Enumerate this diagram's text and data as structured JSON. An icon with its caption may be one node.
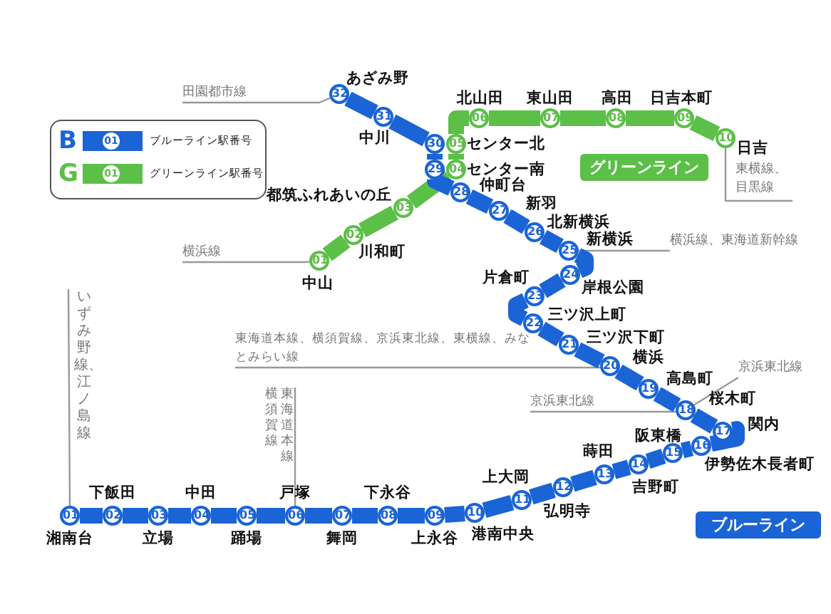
{
  "diagram": {
    "nodes": [
      {
        "text": [
          "32"
        ],
        "beside": [
          "あざみ野"
        ]
      },
      {
        "text": [
          "31"
        ],
        "beside": [
          "中川"
        ]
      },
      {
        "text": [
          "30"
        ]
      },
      {
        "text": [
          "29"
        ]
      },
      {
        "text": [
          "28"
        ],
        "beside": [
          "仲町台"
        ]
      },
      {
        "text": [
          "27"
        ],
        "beside": [
          "新羽"
        ]
      },
      {
        "text": [
          "26"
        ],
        "beside": [
          "北新横浜"
        ]
      },
      {
        "text": [
          "25"
        ],
        "beside": [
          "新横浜"
        ]
      },
      {
        "text": [
          "24"
        ],
        "beside": [
          "岸根公園"
        ]
      },
      {
        "text": [
          "23"
        ],
        "beside": [
          "片倉町"
        ]
      },
      {
        "text": [
          "22"
        ],
        "beside": [
          "三ツ沢上町"
        ]
      },
      {
        "text": [
          "21"
        ],
        "beside": [
          "三ツ沢下町"
        ]
      },
      {
        "text": [
          "20"
        ],
        "beside": [
          "横浜"
        ]
      },
      {
        "text": [
          "19"
        ],
        "beside": [
          "高島町"
        ]
      },
      {
        "text": [
          "18"
        ],
        "beside": [
          "桜木町"
        ]
      },
      {
        "text": [
          "17"
        ],
        "beside": [
          "関内"
        ]
      },
      {
        "text": [
          "16"
        ],
        "beside": [
          "伊勢佐木長者町"
        ]
      },
      {
        "text": [
          "15"
        ],
        "beside": [
          "阪東橋"
        ]
      },
      {
        "text": [
          "14"
        ],
        "beside": [
          "吉野町"
        ]
      },
      {
        "text": [
          "13"
        ],
        "beside": [
          "蒔田"
        ]
      },
      {
        "text": [
          "12"
        ],
        "beside": [
          "弘明寺"
        ]
      },
      {
        "text": [
          "11"
        ],
        "beside": [
          "上大岡"
        ]
      },
      {
        "text": [
          "10"
        ],
        "beside": [
          "港南中央"
        ]
      },
      {
        "text": [
          "09"
        ],
        "beside": [
          "上永谷"
        ]
      },
      {
        "text": [
          "08"
        ],
        "beside": [
          "下永谷"
        ]
      },
      {
        "text": [
          "07"
        ],
        "beside": [
          "舞岡"
        ]
      },
      {
        "text": [
          "06"
        ],
        "beside": [
          "戸塚"
        ]
      },
      {
        "text": [
          "05"
        ],
        "beside": [
          "踊場"
        ]
      },
      {
        "text": [
          "04"
        ],
        "beside": [
          "中田"
        ]
      },
      {
        "text": [
          "03"
        ],
        "beside": [
          "立場"
        ]
      },
      {
        "text": [
          "02"
        ],
        "beside": [
          "下飯田"
        ]
      },
      {
        "text": [
          "01"
        ],
        "beside": [
          "湘南台"
        ]
      },
      {
        "text": [
          "01"
        ],
        "beside": [
          "中山"
        ]
      },
      {
        "text": [
          "02"
        ],
        "beside": [
          "川和町"
        ]
      },
      {
        "text": [
          "03"
        ],
        "beside": [
          "都筑ふれあいの丘"
        ]
      },
      {
        "text": [
          "04"
        ],
        "beside": [
          "センター南"
        ]
      },
      {
        "text": [
          "05"
        ],
        "beside": [
          "センター北"
        ]
      },
      {
        "text": [
          "06"
        ],
        "beside": [
          "北山田"
        ]
      },
      {
        "text": [
          "07"
        ],
        "beside": [
          "東山田"
        ]
      },
      {
        "text": [
          "08"
        ],
        "beside": [
          "高田"
        ]
      },
      {
        "text": [
          "09"
        ],
        "beside": [
          "日吉本町"
        ]
      },
      {
        "text": [
          "10"
        ],
        "beside": [
          "日吉"
        ]
      },
      {
        "text": [
          "田園都市線"
        ]
      },
      {
        "text": [
          "横浜線"
        ]
      },
      {
        "text": [
          "東横線、目黒線"
        ]
      },
      {
        "text": [
          "横浜線、東海道新幹線"
        ]
      },
      {
        "text": [
          "東海道本線、横須賀線、京浜東北線、東横線、みなとみらい線"
        ]
      },
      {
        "text": [
          "京浜東北線"
        ]
      },
      {
        "text": [
          "京浜東北線"
        ]
      },
      {
        "text": [
          "横須賀線",
          "東海道本線"
        ]
      },
      {
        "text": [
          "いずみ野線、江ノ島線"
        ]
      },
      {
        "text": [
          "グリーンライン"
        ]
      },
      {
        "text": [
          "ブルーライン"
        ]
      }
    ],
    "edges": [
      {
        "from": 0,
        "to": 1,
        "arrow": "none"
      },
      {
        "from": 1,
        "to": 2,
        "arrow": "none"
      },
      {
        "from": 2,
        "to": 3,
        "arrow": "none"
      },
      {
        "from": 3,
        "to": 4,
        "arrow": "none"
      },
      {
        "from": 4,
        "to": 5,
        "arrow": "none"
      },
      {
        "from": 5,
        "to": 6,
        "arrow": "none"
      },
      {
        "from": 6,
        "to": 7,
        "arrow": "none"
      },
      {
        "from": 7,
        "to": 8,
        "arrow": "none"
      },
      {
        "from": 8,
        "to": 9,
        "arrow": "none"
      },
      {
        "from": 9,
        "to": 10,
        "arrow": "none"
      },
      {
        "from": 10,
        "to": 11,
        "arrow": "none"
      },
      {
        "from": 11,
        "to": 12,
        "arrow": "none"
      },
      {
        "from": 12,
        "to": 13,
        "arrow": "none"
      },
      {
        "from": 13,
        "to": 14,
        "arrow": "none"
      },
      {
        "from": 14,
        "to": 15,
        "arrow": "none"
      },
      {
        "from": 15,
        "to": 16,
        "arrow": "none"
      },
      {
        "from": 16,
        "to": 17,
        "arrow": "none"
      },
      {
        "from": 17,
        "to": 18,
        "arrow": "none"
      },
      {
        "from": 18,
        "to": 19,
        "arrow": "none"
      },
      {
        "from": 19,
        "to": 20,
        "arrow": "none"
      },
      {
        "from": 20,
        "to": 21,
        "arrow": "none"
      },
      {
        "from": 21,
        "to": 22,
        "arrow": "none"
      },
      {
        "from": 22,
        "to": 23,
        "arrow": "none"
      },
      {
        "from": 23,
        "to": 24,
        "arrow": "none"
      },
      {
        "from": 24,
        "to": 25,
        "arrow": "none"
      },
      {
        "from": 25,
        "to": 26,
        "arrow": "none"
      },
      {
        "from": 26,
        "to": 27,
        "arrow": "none"
      },
      {
        "from": 27,
        "to": 28,
        "arrow": "none"
      },
      {
        "from": 28,
        "to": 29,
        "arrow": "none"
      },
      {
        "from": 29,
        "to": 30,
        "arrow": "none"
      },
      {
        "from": 30,
        "to": 31,
        "arrow": "none"
      },
      {
        "from": 32,
        "to": 33,
        "arrow": "none",
        "color": "#5cbf48"
      },
      {
        "from": 33,
        "to": 34,
        "arrow": "none",
        "color": "#5cbf48"
      },
      {
        "from": 34,
        "to": 35,
        "arrow": "none",
        "color": "#5cbf48"
      },
      {
        "from": 35,
        "to": 36,
        "arrow": "none",
        "color": "#5cbf48"
      },
      {
        "from": 36,
        "to": 37,
        "arrow": "none",
        "color": "#5cbf48"
      },
      {
        "from": 37,
        "to": 38,
        "arrow": "none",
        "color": "#5cbf48"
      },
      {
        "from": 38,
        "to": 39,
        "arrow": "none",
        "color": "#5cbf48"
      },
      {
        "from": 39,
        "to": 40,
        "arrow": "none",
        "color": "#5cbf48"
      },
      {
        "from": 40,
        "to": 41,
        "arrow": "none",
        "color": "#5cbf48"
      },
      {
        "from": 42,
        "to": 0,
        "arrow": "none",
        "color": "#999999"
      },
      {
        "from": 43,
        "to": 32,
        "arrow": "none",
        "color": "#999999"
      },
      {
        "from": 44,
        "to": 41,
        "arrow": "none",
        "color": "#999999"
      },
      {
        "from": 45,
        "to": 7,
        "arrow": "none",
        "color": "#999999"
      },
      {
        "from": 46,
        "to": 12,
        "arrow": "none",
        "color": "#999999"
      },
      {
        "from": 47,
        "to": 14,
        "arrow": "none",
        "color": "#999999"
      },
      {
        "from": 48,
        "to": 15,
        "arrow": "none",
        "color": "#999999"
      },
      {
        "from": 49,
        "to": 26,
        "arrow": "none",
        "color": "#999999"
      },
      {
        "from": 50,
        "to": 31,
        "arrow": "none",
        "color": "#999999"
      }
    ],
    "labels": [
      "B",
      "01",
      "G",
      "01"
    ],
    "legend": [
      {
        "text": "ブルーライン駅番号",
        "color": "#1a64d6"
      },
      {
        "text": "グリーンライン駅番号",
        "color": "#5cbf48"
      }
    ]
  }
}
